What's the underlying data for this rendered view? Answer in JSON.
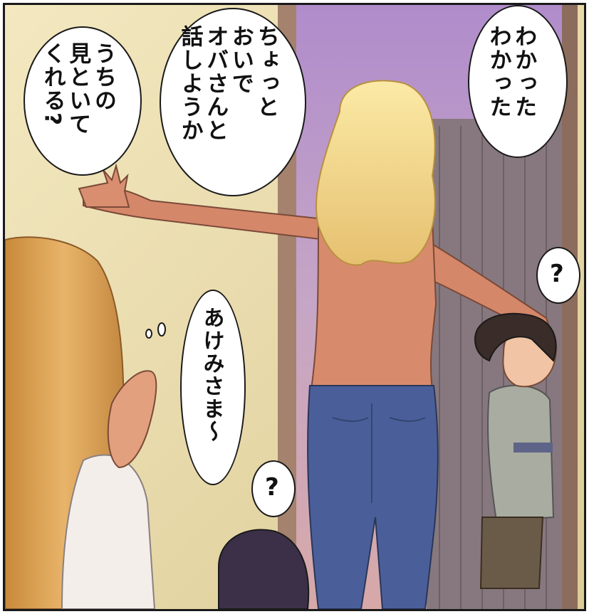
{
  "speech_bubbles": {
    "bubble_left": {
      "lines": [
        "うちの",
        "見といて",
        "くれる?"
      ]
    },
    "bubble_middle": {
      "lines": [
        "ちょっと",
        "おいで",
        "オバさんと",
        "話しようか"
      ]
    },
    "bubble_right": {
      "lines": [
        "わかった",
        "わかった"
      ]
    },
    "bubble_thought": {
      "lines": [
        "あけみさま〜"
      ]
    },
    "bubble_boy_right": {
      "text": "?"
    },
    "bubble_boy_bottom": {
      "text": "?"
    }
  },
  "colors": {
    "wall": "#efe3b8",
    "doorway": "#b89ac8",
    "door_frame": "#a88a78",
    "skin": "#d98a6a",
    "hair_blonde": "#f3dc8c",
    "jeans": "#4a5f9a",
    "curtain": "#8a7a7c",
    "hoodie": "#a8aba0"
  }
}
